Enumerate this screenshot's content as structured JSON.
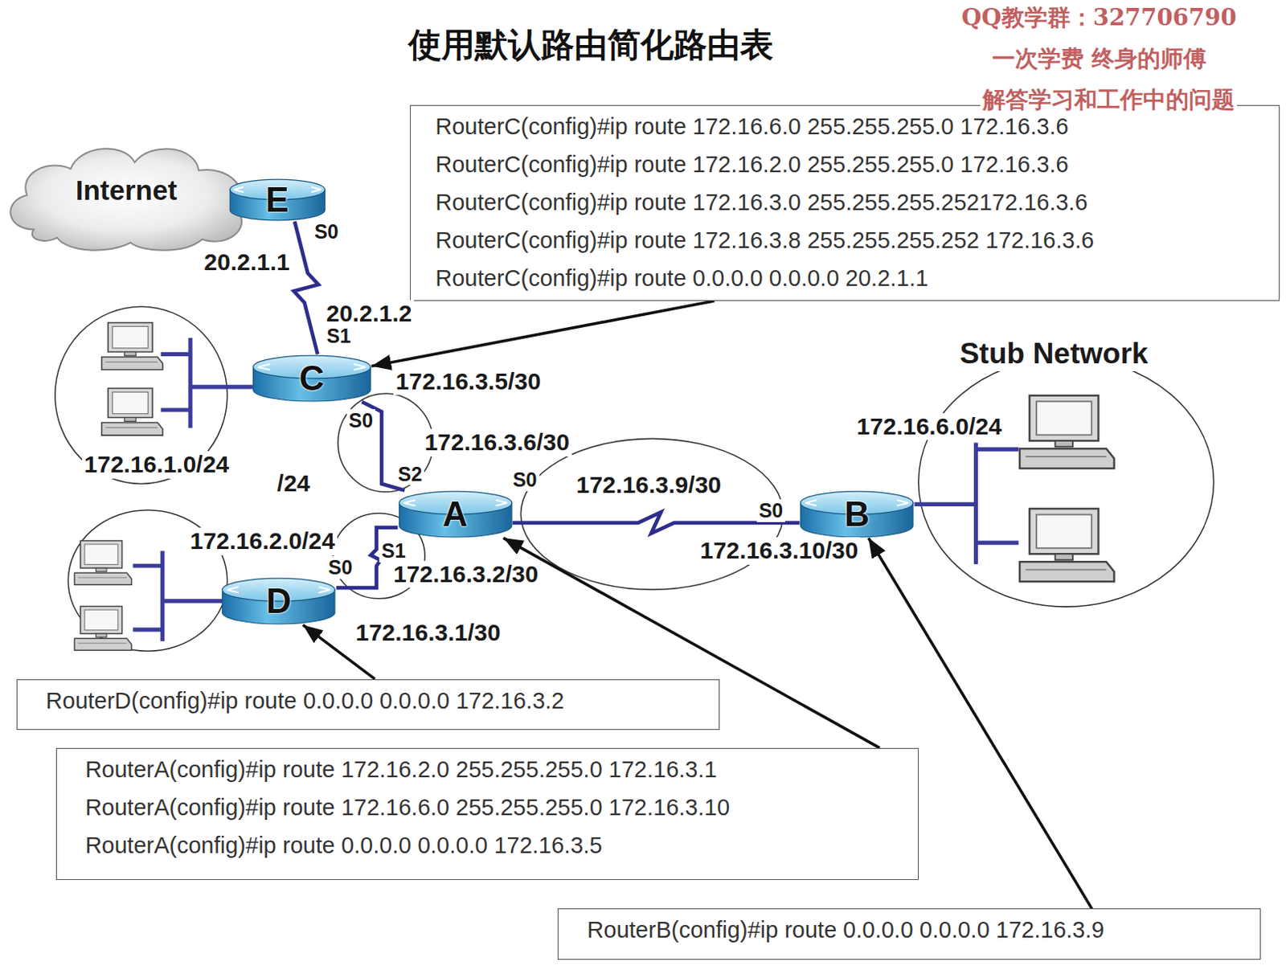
{
  "diagram": {
    "title": "使用默认路由简化路由表",
    "nodes": [
      {
        "text": [
          "Internet"
        ]
      },
      {
        "text": [
          "E"
        ]
      },
      {
        "text": [
          "C"
        ]
      },
      {
        "text": [
          "A"
        ]
      },
      {
        "text": [
          "B"
        ]
      },
      {
        "text": [
          "D"
        ]
      },
      {
        "text": [
          "RouterC(config)#ip route 172.16.6.0 255.255.255.0 172.16.3.6",
          "RouterC(config)#ip route 172.16.2.0 255.255.255.0 172.16.3.6",
          "RouterC(config)#ip route 172.16.3.0 255.255.255.252172.16.3.6",
          "RouterC(config)#ip route 172.16.3.8 255.255.255.252 172.16.3.6",
          "RouterC(config)#ip route 0.0.0.0 0.0.0.0 20.2.1.1"
        ]
      },
      {
        "text": [
          "RouterD(config)#ip route 0.0.0.0 0.0.0.0 172.16.3.2"
        ]
      },
      {
        "text": [
          "RouterA(config)#ip route 172.16.2.0 255.255.255.0 172.16.3.1",
          "RouterA(config)#ip route 172.16.6.0 255.255.255.0 172.16.3.10",
          "RouterA(config)#ip route 0.0.0.0 0.0.0.0 172.16.3.5"
        ]
      },
      {
        "text": [
          "RouterB(config)#ip route 0.0.0.0 0.0.0.0 172.16.3.9"
        ]
      }
    ],
    "edges": [
      {
        "from": 1,
        "to": 2,
        "arrow": "none"
      },
      {
        "from": 2,
        "to": 3,
        "arrow": "none"
      },
      {
        "from": 3,
        "to": 4,
        "arrow": "none"
      },
      {
        "from": 3,
        "to": 5,
        "arrow": "none"
      },
      {
        "from": 6,
        "to": 2,
        "arrow": "to"
      },
      {
        "from": 7,
        "to": 5,
        "arrow": "to"
      },
      {
        "from": 8,
        "to": 3,
        "arrow": "to"
      },
      {
        "from": 9,
        "to": 4,
        "arrow": "to"
      }
    ],
    "labels": [
      "QQ教学群：327706790",
      "一次学费 终身的师傅",
      "解答学习和工作中的问题",
      "S0",
      "20.2.1.1",
      "20.2.1.2",
      "S1",
      "172.16.3.5/30",
      "S0",
      "172.16.3.6/30",
      "Stub Network",
      "172.16.6.0/24",
      "172.16.1.0/24",
      "S2",
      "/24",
      "S0",
      "172.16.3.9/30",
      "S0",
      "172.16.2.0/24",
      "S1",
      "S0",
      "172.16.3.2/30",
      "172.16.3.10/30",
      "172.16.3.1/30"
    ]
  }
}
